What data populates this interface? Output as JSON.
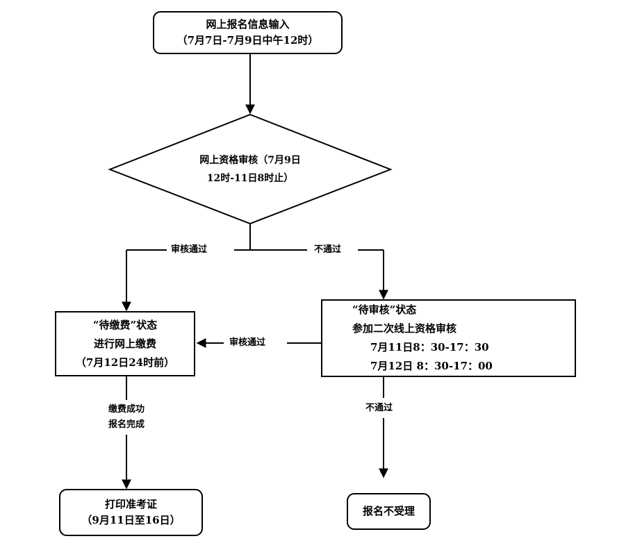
{
  "nodes": {
    "start": {
      "line1": "网上报名信息输入",
      "line2": "（7月7日-7月9日中午12时）"
    },
    "review": {
      "line1": "网上资格审核（7月9日",
      "line2": "12时-11日8时止）"
    },
    "pay": {
      "line1": "“待缴费”状态",
      "line2": "进行网上缴费",
      "line3": "（7月12日24时前）"
    },
    "pending": {
      "line1": "“待审核”状态",
      "line2": "参加二次线上资格审核",
      "line3": "7月11日8：30-17：30",
      "line4": "7月12日 8：30-17：00"
    },
    "print": {
      "line1": "打印准考证",
      "line2": "（9月11日至16日）"
    },
    "rejected": {
      "line1": "报名不受理"
    }
  },
  "edges": {
    "review_pass": "审核通过",
    "review_fail": "不通过",
    "second_pass": "审核通过",
    "pay_done_line1": "缴费成功",
    "pay_done_line2": "报名完成",
    "second_fail": "不通过"
  }
}
